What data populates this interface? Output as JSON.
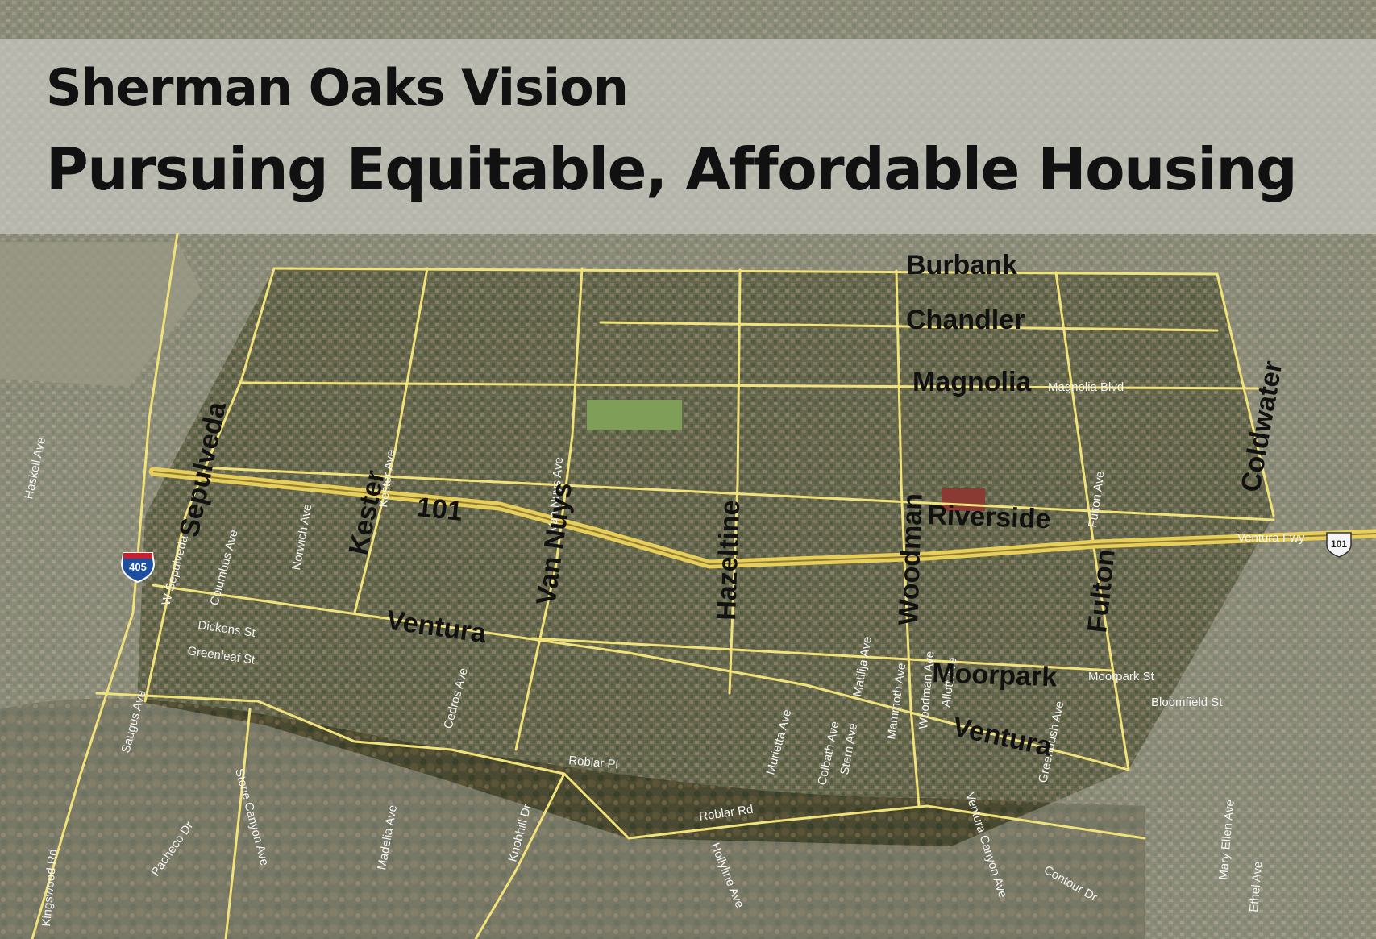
{
  "title": {
    "line1": "Sherman Oaks Vision",
    "line2": "Pursuing Equitable, Affordable Housing"
  },
  "colors": {
    "road": "#f2e27a",
    "label": "#111111",
    "small_label": "#f4f4f4",
    "shield": "#1e4f9e"
  },
  "highway_shields": {
    "i405": "405",
    "us101": "101"
  },
  "labels": {
    "burbank": "Burbank",
    "chandler": "Chandler",
    "magnolia": "Magnolia",
    "riverside": "Riverside",
    "moorpark": "Moorpark",
    "ventura_west": "Ventura",
    "ventura_east": "Ventura",
    "sepulveda": "Sepulveda",
    "kester": "Kester",
    "van_nuys": "Van Nuys",
    "hazeltine": "Hazeltine",
    "woodman": "Woodman",
    "fulton": "Fulton",
    "coldwater": "Coldwater",
    "hwy_101": "101"
  },
  "small_labels": {
    "magnolia_blvd": "Magnolia Blvd",
    "ventura_fwy": "Ventura Fwy",
    "moorpark_st": "Moorpark St",
    "bloomfield_st": "Bloomfield St",
    "w_sepulveda": "W Sepulveda",
    "columbus_ave": "Columbus Ave",
    "norwich_ave": "Norwich Ave",
    "kester_ave": "Kester Ave",
    "dickens_st": "Dickens St",
    "greenleaf_st": "Greenleaf St",
    "saugus_ave": "Saugus Ave",
    "cedros_ave": "Cedros Ave",
    "roblar_pl": "Roblar Pl",
    "roblar_rd": "Roblar Rd",
    "murietta_ave": "Murietta Ave",
    "colbath_ave": "Colbath Ave",
    "stern_ave": "Stern Ave",
    "matilija_ave": "Matilija Ave",
    "mammoth_ave": "Mammoth Ave",
    "woodman_ave": "Woodman Ave",
    "allott_ave": "Allott Ave",
    "greenbush_ave": "Greenbush Ave",
    "fulton_ave": "Fulton Ave",
    "pacheco_dr": "Pacheco Dr",
    "stone_canyon_ave": "Stone Canyon Ave",
    "madelia_ave": "Madelia Ave",
    "knobhill_dr": "Knobhill Dr",
    "hollyline_ave": "Hollyline Ave",
    "ventura_canyon_ave": "Ventura Canyon Ave",
    "contour_dr": "Contour Dr",
    "mary_ellen_ave": "Mary Ellen Ave",
    "ethel_ave": "Ethel Ave",
    "kingswood_rd": "Kingswood Rd",
    "haskell_ave": "Haskell Ave",
    "van_nuys_ave": "Van Nuys Ave"
  }
}
